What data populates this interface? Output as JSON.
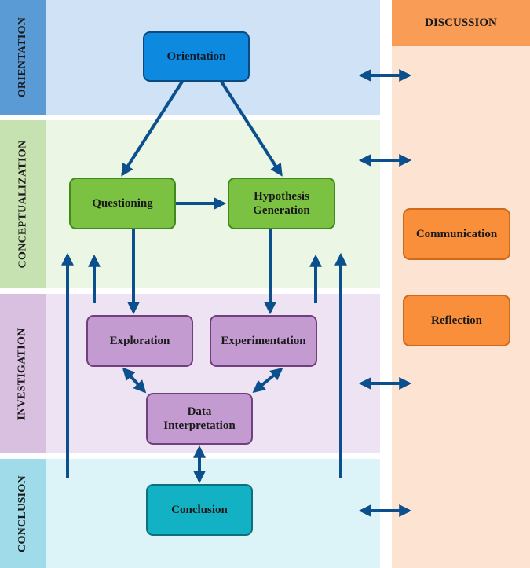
{
  "bands": {
    "orientation": "ORIENTATION",
    "conceptualization": "CONCEPTUALIZATION",
    "investigation": "INVESTIGATION",
    "conclusion": "CONCLUSION"
  },
  "discussion": {
    "title": "DISCUSSION",
    "communication": "Communication",
    "reflection": "Reflection"
  },
  "nodes": {
    "orientation": "Orientation",
    "questioning": "Questioning",
    "hypothesis_line1": "Hypothesis",
    "hypothesis_line2": "Generation",
    "exploration": "Exploration",
    "experimentation": "Experimentation",
    "interpretation_line1": "Data",
    "interpretation_line2": "Interpretation",
    "conclusion": "Conclusion"
  },
  "colors": {
    "arrow": "#0b4f8c",
    "orientation": "#0d8ae0",
    "conceptualization": "#7cc242",
    "investigation": "#c39bd0",
    "conclusion": "#12b1c4",
    "discussion": "#f98f3a"
  }
}
